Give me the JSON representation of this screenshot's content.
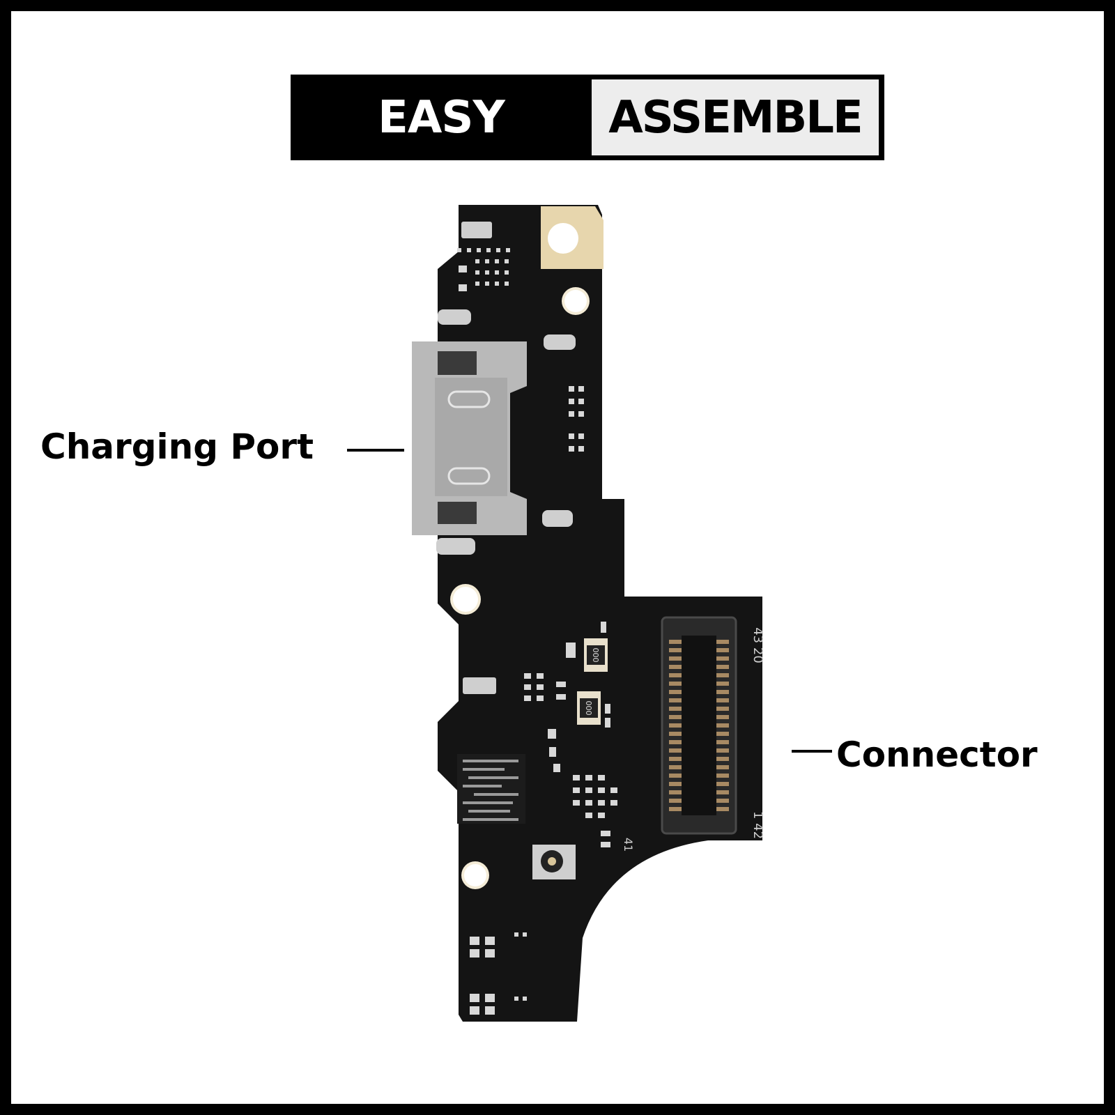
{
  "banner": {
    "left_text": "EASY",
    "right_text": "ASSEMBLE"
  },
  "callouts": {
    "charging_port": "Charging Port",
    "connector": "Connector"
  },
  "board_markings": {
    "pin_top": "43 20",
    "pin_bottom": "1 42",
    "pin_side": "41",
    "resistor_1": "000",
    "resistor_2": "000"
  },
  "colors": {
    "pcb": "#141414",
    "gold_tab": "#e7d6ad",
    "metal": "#b9b9b9",
    "background": "#ffffff",
    "frame": "#000000"
  }
}
